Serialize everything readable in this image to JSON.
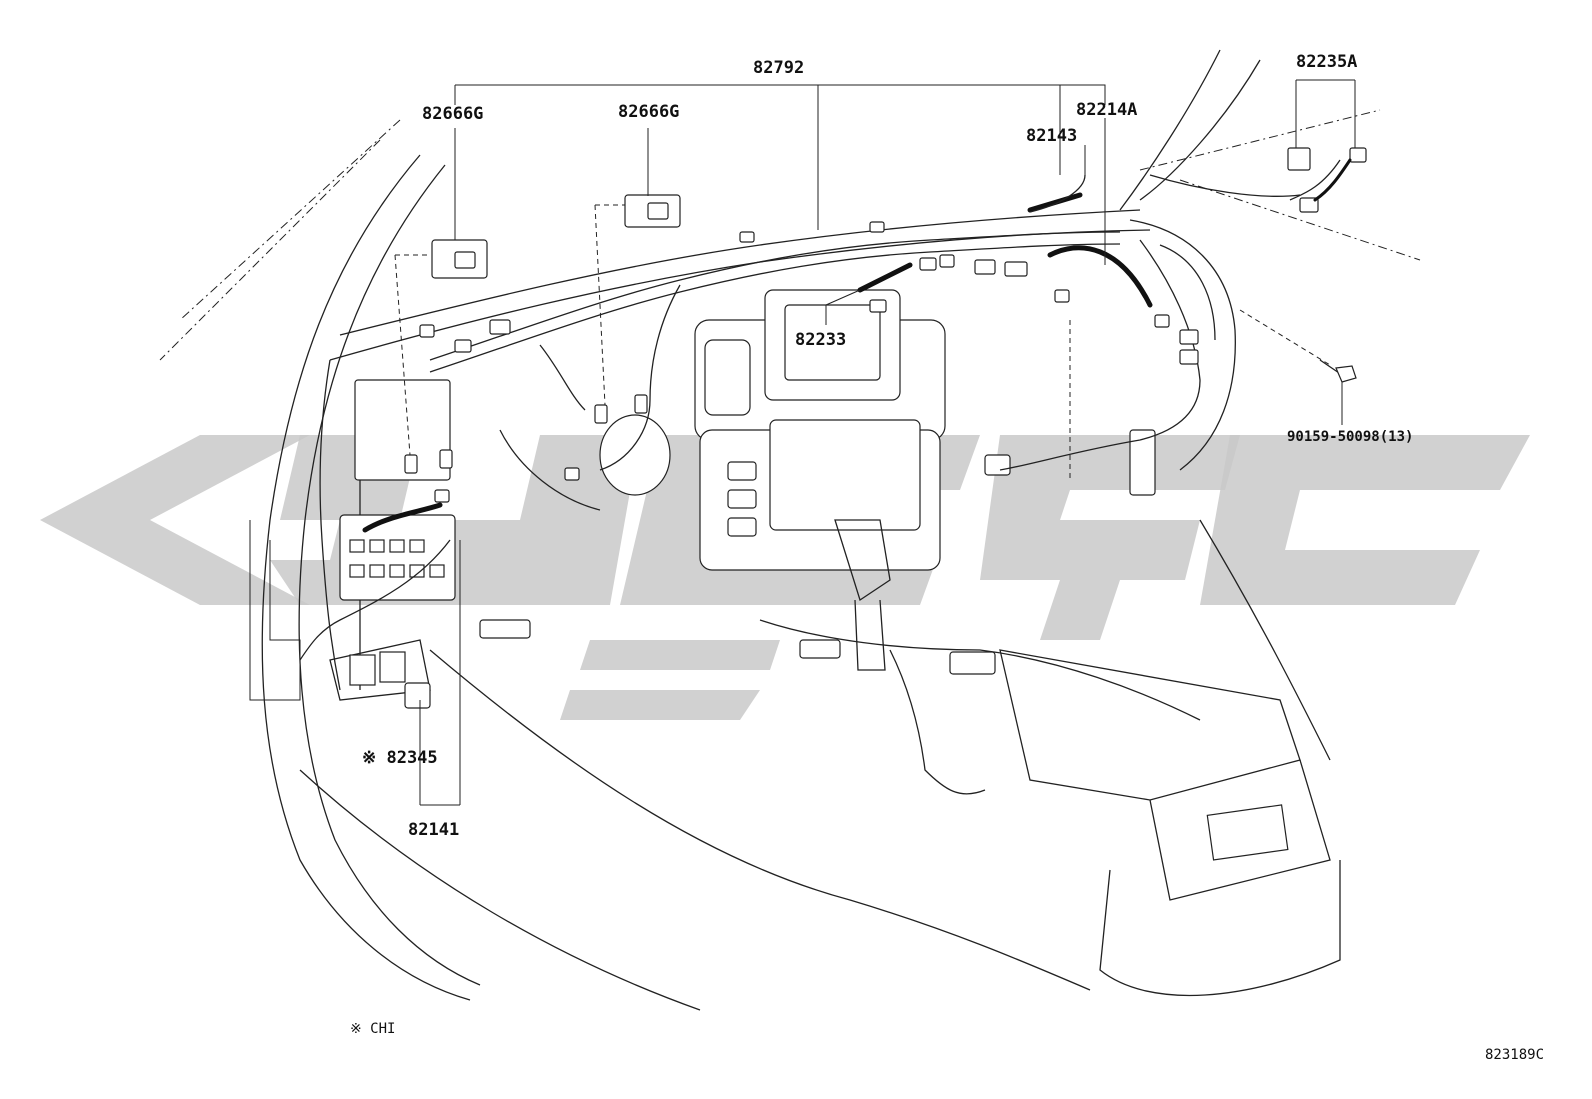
{
  "diagram": {
    "callouts": {
      "p82792": "82792",
      "p82666g_left": "82666G",
      "p82666g_center": "82666G",
      "p82214a": "82214A",
      "p82143": "82143",
      "p82235a": "82235A",
      "p82233": "82233",
      "p90159": "90159-50098(13)",
      "p82345": "※ 82345",
      "p82141": "82141"
    },
    "footnote": "※ CHI",
    "figure_code": "823189C"
  }
}
